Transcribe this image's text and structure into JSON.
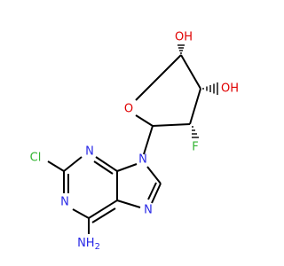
{
  "molecule": {
    "atoms": {
      "oh_upper": {
        "text": "OH",
        "color": "#e00000"
      },
      "oh_right": {
        "text": "OH",
        "color": "#e00000"
      },
      "ring_oxygen": {
        "text": "O",
        "color": "#e00000"
      },
      "fluorine": {
        "text": "F",
        "color": "#32b432"
      },
      "chlorine": {
        "text": "Cl",
        "color": "#32b432"
      },
      "n3": {
        "text": "N",
        "color": "#2828e6"
      },
      "n9": {
        "text": "N",
        "color": "#2828e6"
      },
      "n1": {
        "text": "N",
        "color": "#2828e6"
      },
      "n7": {
        "text": "N",
        "color": "#2828e6"
      },
      "amine": {
        "text": "NH",
        "color": "#2828e6"
      },
      "amine_subscript": {
        "text": "2",
        "color": "#2828e6"
      }
    },
    "bond_color": "#000000"
  }
}
